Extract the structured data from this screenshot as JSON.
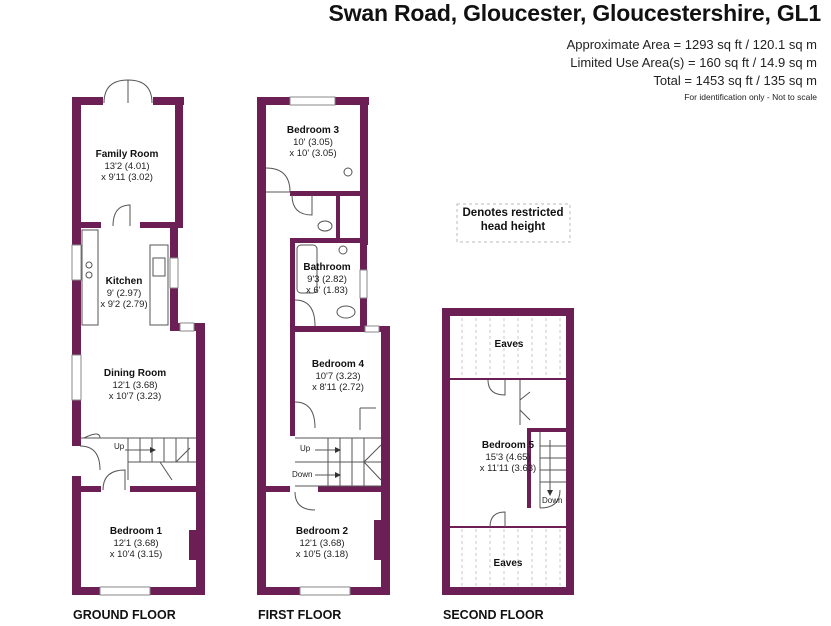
{
  "title": "Swan Road, Gloucester, Gloucestershire, GL1",
  "areas": {
    "approx": "Approximate Area = 1293 sq ft / 120.1 sq m",
    "limited": "Limited Use Area(s) = 160 sq ft / 14.9 sq m",
    "total": "Total = 1453 sq ft / 135 sq m",
    "note": "For identification only - Not to scale"
  },
  "legend": {
    "line1": "Denotes restricted",
    "line2": "head height"
  },
  "floors": {
    "ground": "GROUND FLOOR",
    "first": "FIRST FLOOR",
    "second": "SECOND FLOOR"
  },
  "rooms": {
    "family": {
      "name": "Family Room",
      "dim1": "13'2 (4.01)",
      "dim2": "x 9'11 (3.02)"
    },
    "kitchen": {
      "name": "Kitchen",
      "dim1": "9' (2.97)",
      "dim2": "x 9'2 (2.79)"
    },
    "dining": {
      "name": "Dining Room",
      "dim1": "12'1 (3.68)",
      "dim2": "x 10'7 (3.23)"
    },
    "bed1": {
      "name": "Bedroom  1",
      "dim1": "12'1 (3.68)",
      "dim2": "x 10'4 (3.15)"
    },
    "bed3": {
      "name": "Bedroom 3",
      "dim1": "10' (3.05)",
      "dim2": "x 10' (3.05)"
    },
    "bath": {
      "name": "Bathroom",
      "dim1": "9'3 (2.82)",
      "dim2": "x 6' (1.83)"
    },
    "bed4": {
      "name": "Bedroom 4",
      "dim1": "10'7 (3.23)",
      "dim2": "x 8'11 (2.72)"
    },
    "bed2": {
      "name": "Bedroom 2",
      "dim1": "12'1 (3.68)",
      "dim2": "x 10'5 (3.18)"
    },
    "bed5": {
      "name": "Bedroom  5",
      "dim1": "15'3 (4.65)",
      "dim2": "x 11'11 (3.63)"
    }
  },
  "eaves": {
    "top": "Eaves",
    "bottom": "Eaves"
  },
  "stairs": {
    "ground_up": "Up",
    "first_up": "Up",
    "first_down": "Down",
    "second_down": "Down"
  }
}
